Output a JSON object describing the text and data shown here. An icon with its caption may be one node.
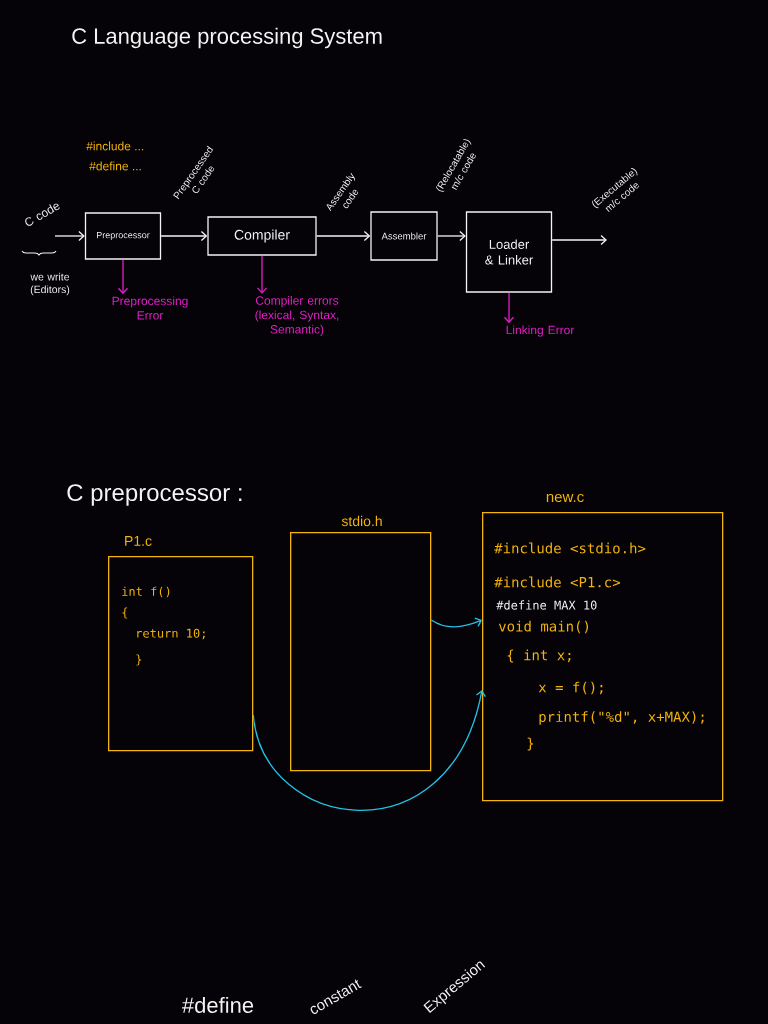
{
  "diagram": {
    "title": "C Language processing System",
    "nodes": [
      {
        "text": [
          "Preprocessor"
        ]
      },
      {
        "text": [
          "Compiler"
        ]
      },
      {
        "text": [
          "Assembler"
        ]
      },
      {
        "text": [
          "Loader & Linker"
        ]
      },
      {
        "text": [
          "Preprocessing Error"
        ]
      },
      {
        "text": [
          "Compiler errors (lexical, Syntax, Semantic)"
        ]
      },
      {
        "text": [
          "Linking Error"
        ]
      },
      {
        "text": [
          "P1.c",
          "int f()",
          "{",
          "return 10;",
          "}"
        ]
      },
      {
        "text": [
          "stdio.h"
        ]
      },
      {
        "text": [
          "new.c",
          "#include <stdio.h>",
          "#include <P1.c>",
          "#define MAX 10",
          "void main()",
          "{ int x;",
          "x = f();",
          "printf(\"%d\", x+MAX);",
          "}"
        ]
      }
    ],
    "edges": [
      {
        "from": null,
        "to": 0,
        "arrow": "to",
        "label": "C code"
      },
      {
        "from": 0,
        "to": 1,
        "arrow": "to",
        "label": "Preprocessed C code"
      },
      {
        "from": 1,
        "to": 2,
        "arrow": "to",
        "label": "Assembly code"
      },
      {
        "from": 2,
        "to": 3,
        "arrow": "to",
        "label": "(Relocatable) m/c code"
      },
      {
        "from": 3,
        "to": null,
        "arrow": "to",
        "label": "(Executable) m/c code"
      },
      {
        "from": 0,
        "to": 4,
        "arrow": "to",
        "color": "#e21fc6"
      },
      {
        "from": 1,
        "to": 5,
        "arrow": "to",
        "color": "#e21fc6"
      },
      {
        "from": 3,
        "to": 6,
        "arrow": "to",
        "color": "#e21fc6"
      },
      {
        "from": 8,
        "to": 9,
        "arrow": "to",
        "color": "#22c3e6"
      },
      {
        "from": 7,
        "to": 9,
        "arrow": "to",
        "color": "#22c3e6"
      }
    ],
    "labels": [
      "#include ...",
      "#define ...",
      "we write (Editors)",
      "C preprocessor :",
      "#define",
      "constant",
      "Expression"
    ]
  }
}
